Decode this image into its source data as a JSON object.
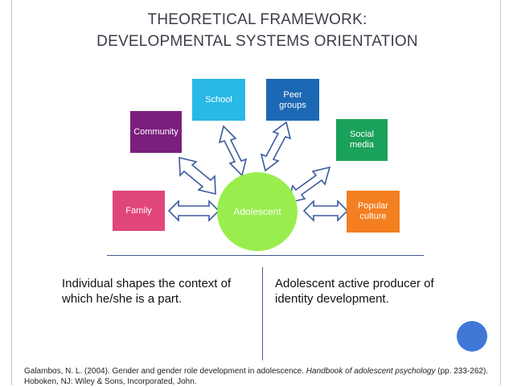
{
  "title": {
    "line1": "THEORETICAL FRAMEWORK:",
    "line2": "DEVELOPMENTAL SYSTEMS ORIENTATION"
  },
  "diagram": {
    "center": {
      "label": "Adolescent",
      "color": "#99ee4e"
    },
    "nodes": [
      {
        "id": "family",
        "label": "Family",
        "color": "#e0467a"
      },
      {
        "id": "community",
        "label": "Community",
        "color": "#7a1f7d"
      },
      {
        "id": "school",
        "label": "School",
        "color": "#29b9e6"
      },
      {
        "id": "peer",
        "label": "Peer groups",
        "color": "#1d68b4"
      },
      {
        "id": "social",
        "label": "Social media",
        "color": "#1aa15a"
      },
      {
        "id": "popular",
        "label": "Popular culture",
        "color": "#f47f20"
      }
    ]
  },
  "statements": {
    "left": "Individual shapes the context of which he/she is a part.",
    "right": "Adolescent active producer of identity development."
  },
  "citation": {
    "authors": "Galambos, N. L. (2004). Gender and gender role development in adolescence.",
    "source": "Handbook of adolescent psychology",
    "details": "(pp. 233-262). Hoboken, NJ: Wiley & Sons, Incorporated, John."
  },
  "colors": {
    "arrow_stroke": "#3a5c9c",
    "accent_dot": "#3f78d6",
    "divider": "#3f5a8a"
  }
}
